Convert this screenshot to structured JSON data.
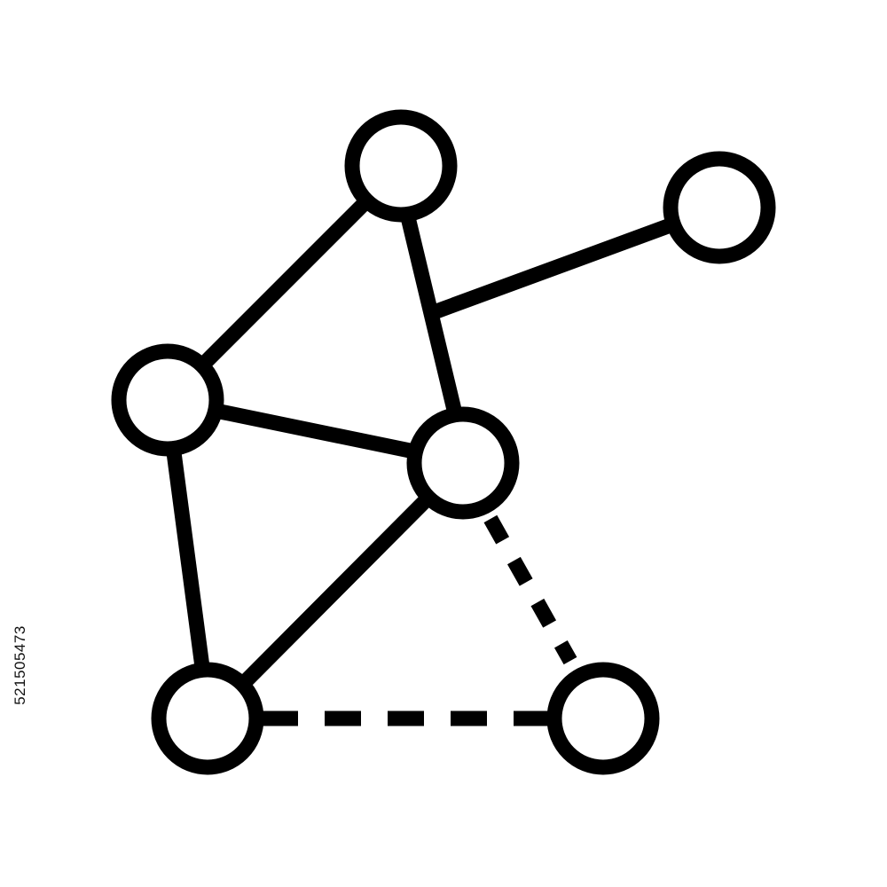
{
  "icon": {
    "name": "network-graph-icon",
    "stroke_color": "#000000",
    "fill_color": "#ffffff",
    "nodes": [
      "top",
      "top-right",
      "left",
      "center",
      "bottom-left",
      "bottom-right"
    ],
    "edges": [
      {
        "from": "top",
        "to": "left",
        "style": "solid"
      },
      {
        "from": "top",
        "to": "center",
        "style": "solid"
      },
      {
        "from": "left",
        "to": "center",
        "style": "solid"
      },
      {
        "from": "left",
        "to": "bottom-left",
        "style": "solid"
      },
      {
        "from": "center",
        "to": "bottom-left",
        "style": "solid"
      },
      {
        "from": "top-right",
        "to": "top-center-edge",
        "style": "solid"
      },
      {
        "from": "center",
        "to": "bottom-right",
        "style": "dashed"
      },
      {
        "from": "bottom-left",
        "to": "bottom-right",
        "style": "dashed"
      }
    ]
  },
  "stock_id": "521505473"
}
